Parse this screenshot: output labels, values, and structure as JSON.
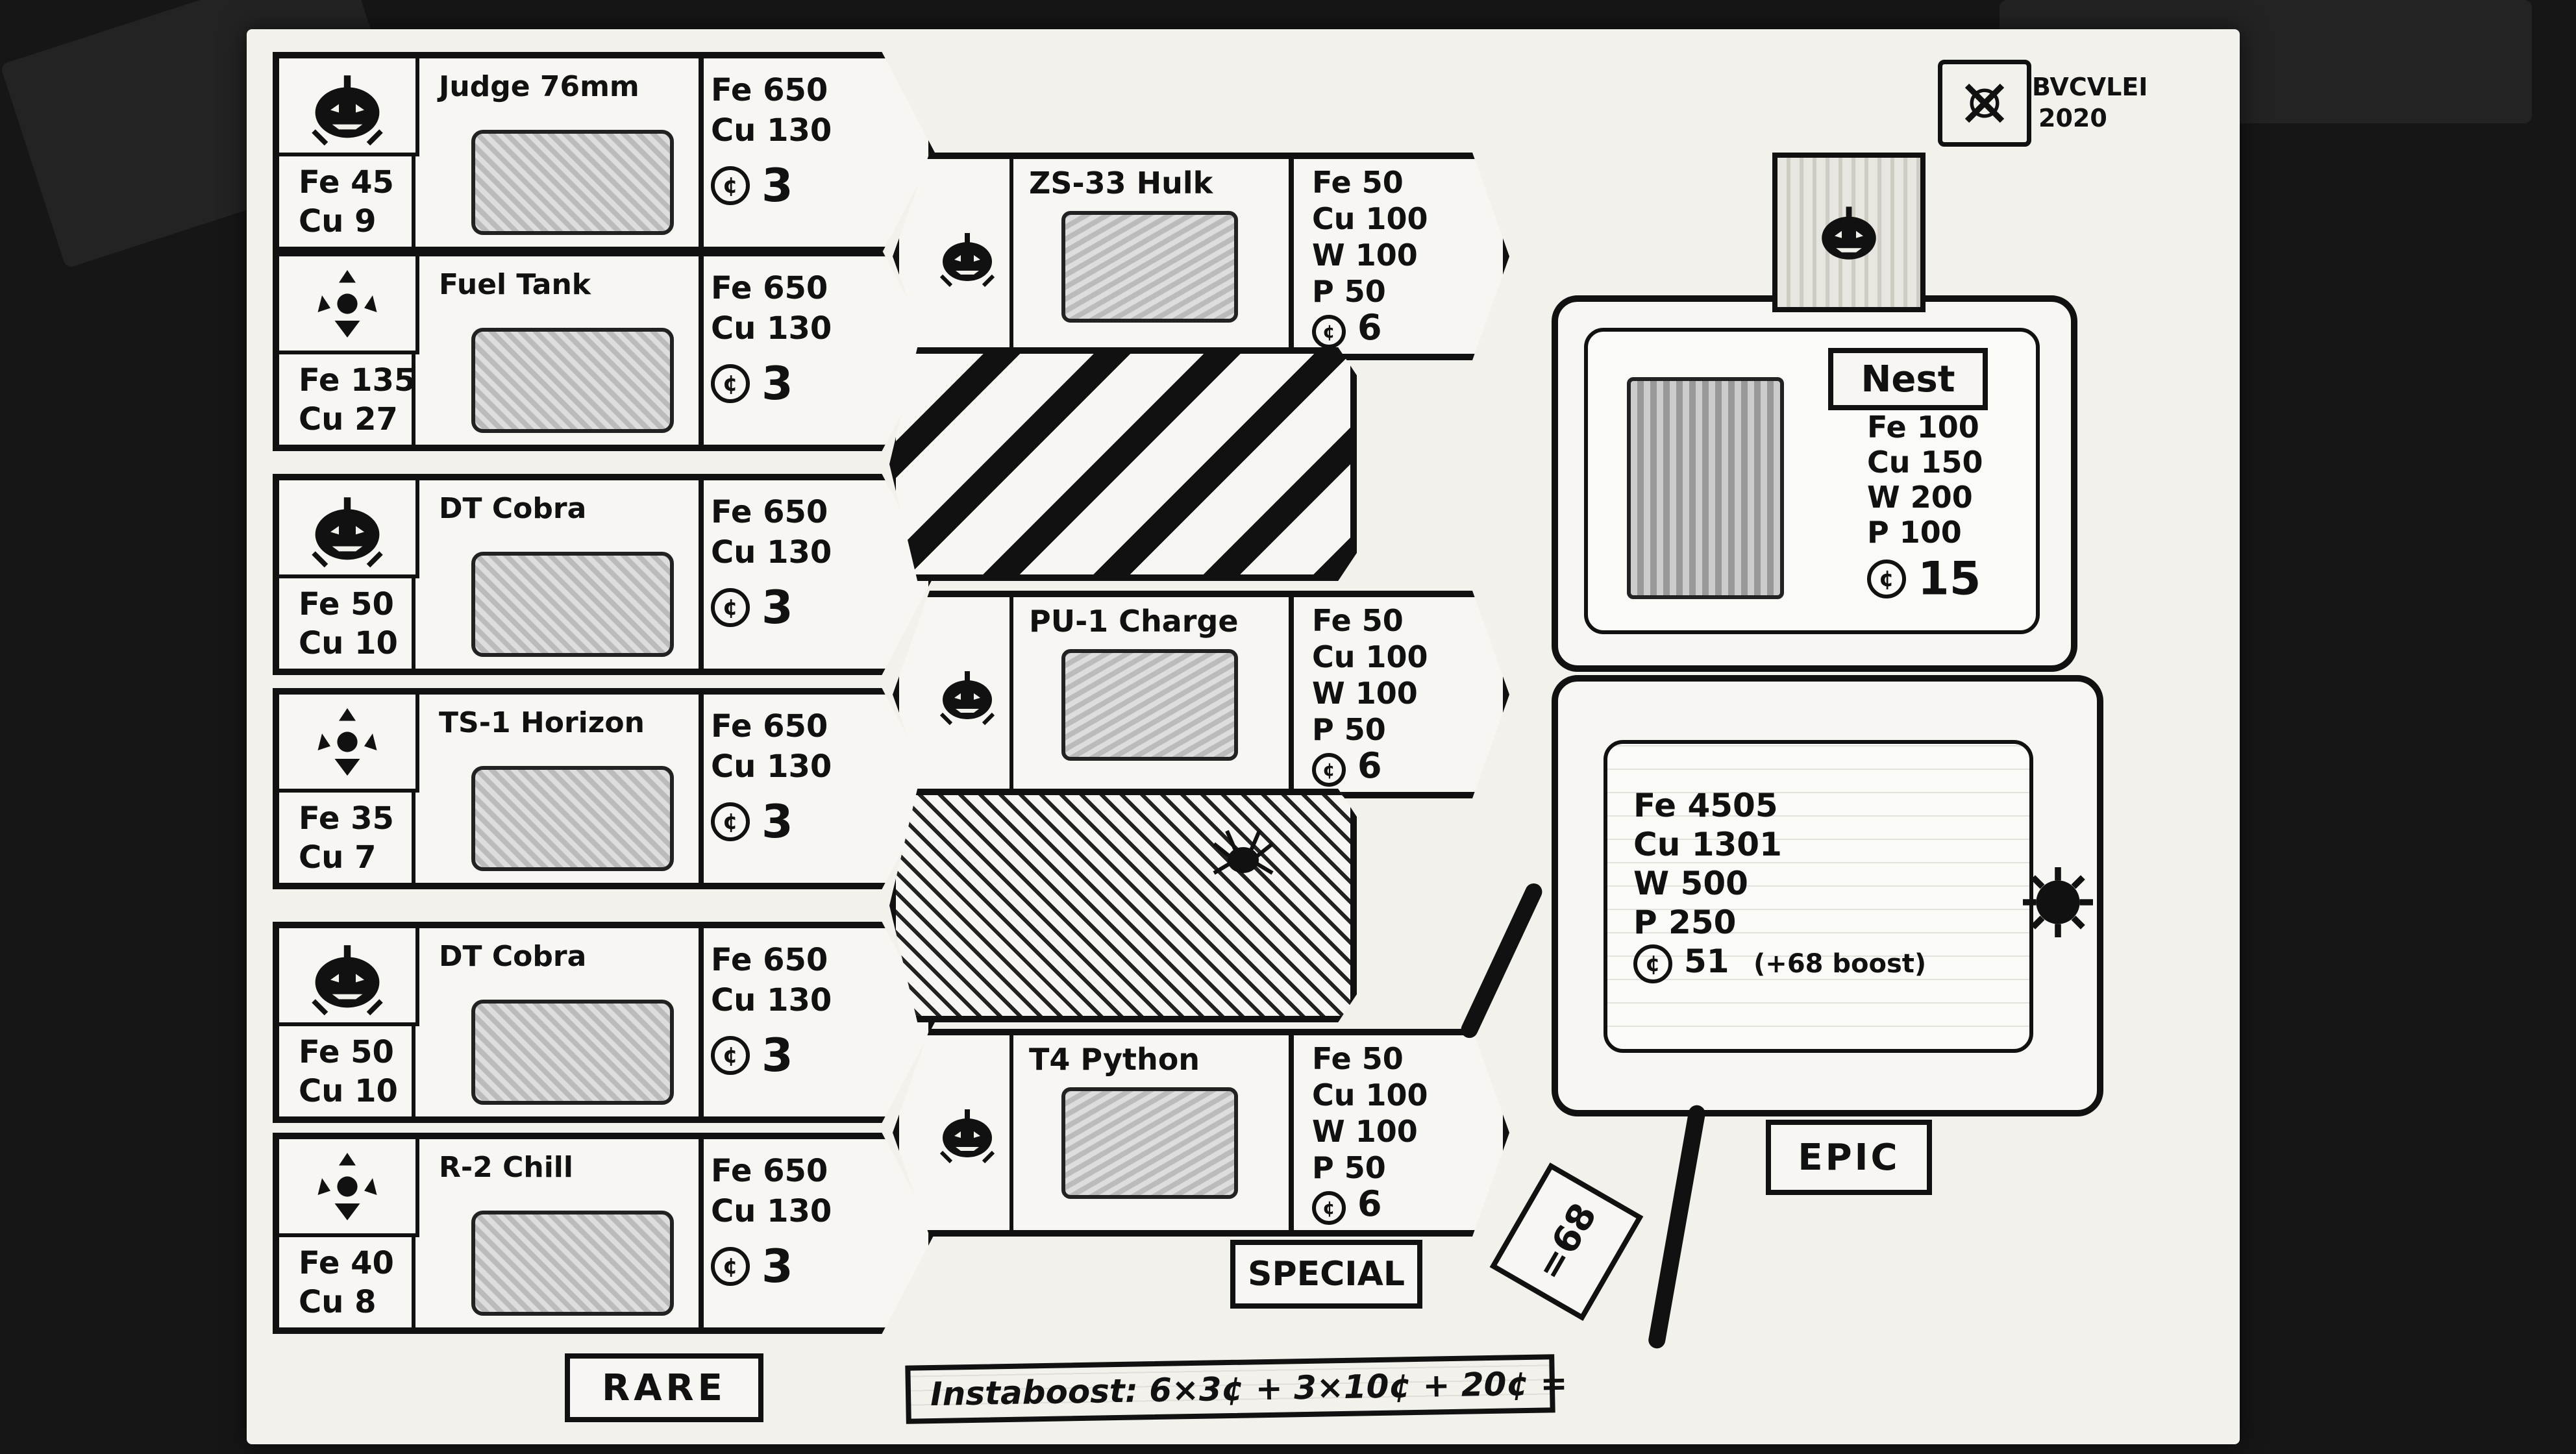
{
  "signature": {
    "name": "BVCVLEI",
    "year": "2020"
  },
  "left_cards": [
    {
      "name": "Judge 76mm",
      "icon": "pumpkin-icon",
      "cost": [
        "Fe 45",
        "Cu 9"
      ],
      "price": [
        "Fe 650",
        "Cu 130"
      ],
      "coin": "3"
    },
    {
      "name": "Fuel Tank",
      "icon": "gear-icon",
      "cost": [
        "Fe 135",
        "Cu 27"
      ],
      "price": [
        "Fe 650",
        "Cu 130"
      ],
      "coin": "3"
    },
    {
      "name": "DT Cobra",
      "icon": "pumpkin-icon",
      "cost": [
        "Fe 50",
        "Cu 10"
      ],
      "price": [
        "Fe 650",
        "Cu 130"
      ],
      "coin": "3"
    },
    {
      "name": "TS-1 Horizon",
      "icon": "gear-icon",
      "cost": [
        "Fe 35",
        "Cu 7"
      ],
      "price": [
        "Fe 650",
        "Cu 130"
      ],
      "coin": "3"
    },
    {
      "name": "DT Cobra",
      "icon": "pumpkin-icon",
      "cost": [
        "Fe 50",
        "Cu 10"
      ],
      "price": [
        "Fe 650",
        "Cu 130"
      ],
      "coin": "3"
    },
    {
      "name": "R-2 Chill",
      "icon": "gear-icon",
      "cost": [
        "Fe 40",
        "Cu 8"
      ],
      "price": [
        "Fe 650",
        "Cu 130"
      ],
      "coin": "3"
    }
  ],
  "middle_cards": [
    {
      "name": "ZS-33 Hulk",
      "stats": [
        "Fe 50",
        "Cu 100",
        "W 100",
        "P 50"
      ],
      "coin": "6"
    },
    {
      "name": "PU-1 Charge",
      "stats": [
        "Fe 50",
        "Cu 100",
        "W 100",
        "P 50"
      ],
      "coin": "6"
    },
    {
      "name": "T4 Python",
      "stats": [
        "Fe 50",
        "Cu 100",
        "W 100",
        "P 50"
      ],
      "coin": "6"
    }
  ],
  "nest": {
    "title": "Nest",
    "stats": [
      "Fe 100",
      "Cu 150",
      "W 200",
      "P 100"
    ],
    "coin": "15"
  },
  "totals": {
    "fe": "Fe 4505",
    "cu": "Cu 1301",
    "w": "W 500",
    "p": "P 250",
    "coin": "51",
    "boost": "(+68 boost)"
  },
  "labels": {
    "rare": "RARE",
    "special": "SPECIAL",
    "epic": "EPIC",
    "tag": "=68"
  },
  "instaboost": "Instaboost: 6×3¢ + 3×10¢ + 20¢ ="
}
